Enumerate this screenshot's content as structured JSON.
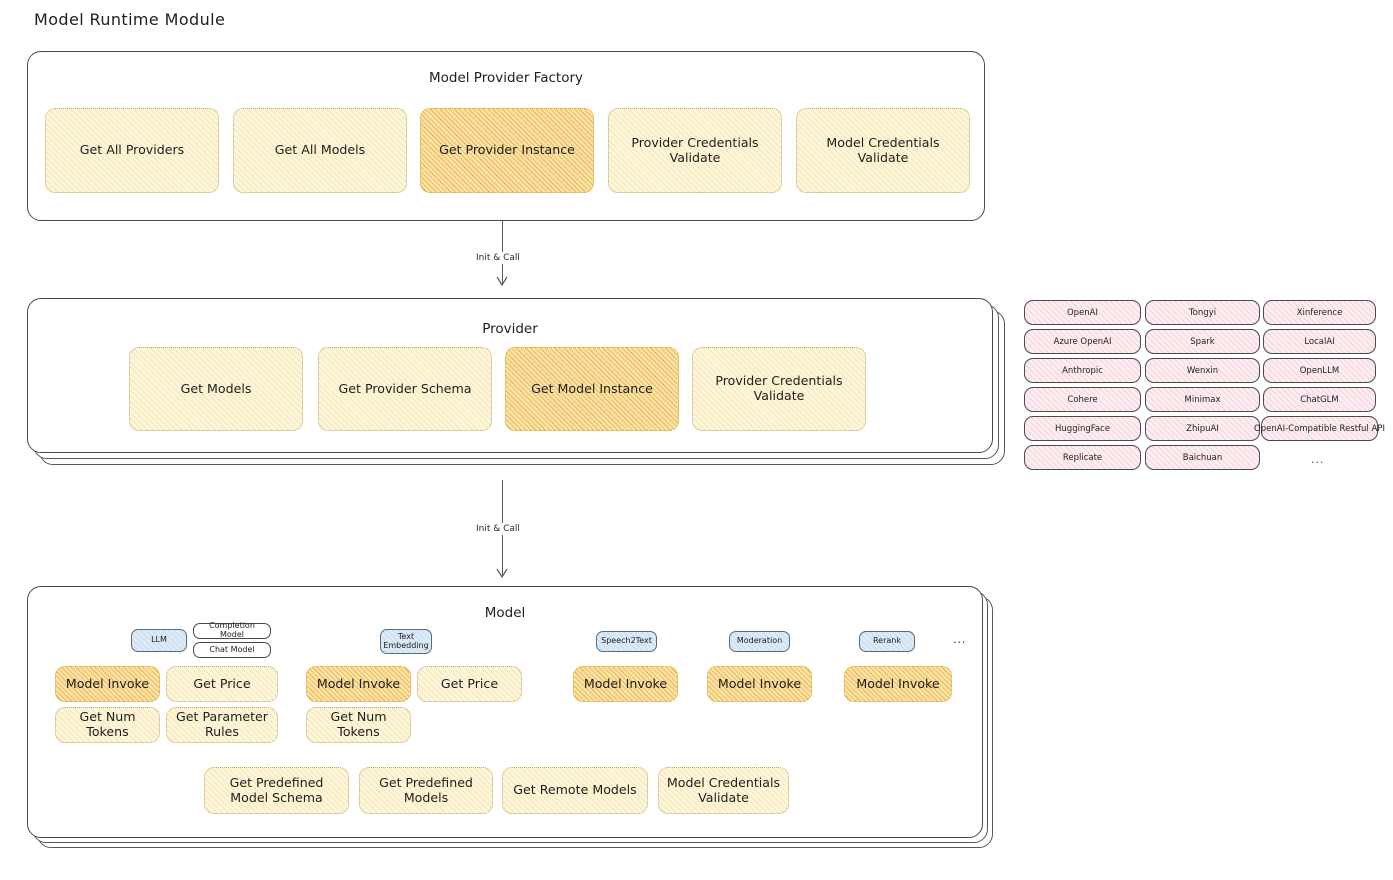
{
  "page": {
    "title": "Model Runtime Module",
    "background": "#ffffff",
    "accent_highlight": "#f2c94c",
    "accent_chip": "#fdf6de",
    "accent_tag": "#fdeff1",
    "accent_badge": "#dcebf7"
  },
  "factory": {
    "title": "Model Provider Factory",
    "methods": [
      {
        "label": "Get All Providers",
        "highlighted": false
      },
      {
        "label": "Get All Models",
        "highlighted": false
      },
      {
        "label": "Get Provider Instance",
        "highlighted": true
      },
      {
        "label": "Provider Credentials Validate",
        "highlighted": false
      },
      {
        "label": "Model Credentials Validate",
        "highlighted": false
      }
    ]
  },
  "arrow_factory_to_provider": {
    "label": "Init & Call"
  },
  "provider": {
    "title": "Provider",
    "stacked_sheets": 2,
    "methods": [
      {
        "label": "Get Models",
        "highlighted": false
      },
      {
        "label": "Get Provider Schema",
        "highlighted": false
      },
      {
        "label": "Get Model Instance",
        "highlighted": true
      },
      {
        "label": "Provider Credentials Validate",
        "highlighted": false
      }
    ]
  },
  "provider_list": {
    "ellipsis": "...",
    "columns": [
      [
        "OpenAI",
        "Azure OpenAI",
        "Anthropic",
        "Cohere",
        "HuggingFace",
        "Replicate"
      ],
      [
        "Tongyi",
        "Spark",
        "Wenxin",
        "Minimax",
        "ZhipuAI",
        "Baichuan"
      ],
      [
        "Xinference",
        "LocalAI",
        "OpenLLM",
        "ChatGLM",
        "OpenAI-Compatible Restful API"
      ]
    ]
  },
  "arrow_provider_to_model": {
    "label": "Init & Call"
  },
  "model": {
    "title": "Model",
    "stacked_sheets": 2,
    "more_types": "...",
    "types": [
      {
        "badge": "LLM",
        "sub_badges": [
          "Completion Model",
          "Chat Model"
        ],
        "methods": [
          {
            "label": "Model Invoke",
            "highlighted": true
          },
          {
            "label": "Get Price",
            "highlighted": false
          },
          {
            "label": "Get Num Tokens",
            "highlighted": false
          },
          {
            "label": "Get Parameter Rules",
            "highlighted": false
          }
        ]
      },
      {
        "badge": "Text Embedding",
        "sub_badges": [],
        "methods": [
          {
            "label": "Model Invoke",
            "highlighted": true
          },
          {
            "label": "Get Price",
            "highlighted": false
          },
          {
            "label": "Get Num Tokens",
            "highlighted": false
          }
        ]
      },
      {
        "badge": "Speech2Text",
        "sub_badges": [],
        "methods": [
          {
            "label": "Model Invoke",
            "highlighted": true
          }
        ]
      },
      {
        "badge": "Moderation",
        "sub_badges": [],
        "methods": [
          {
            "label": "Model Invoke",
            "highlighted": true
          }
        ]
      },
      {
        "badge": "Rerank",
        "sub_badges": [],
        "methods": [
          {
            "label": "Model Invoke",
            "highlighted": true
          }
        ]
      }
    ],
    "common_methods": [
      "Get Predefined Model Schema",
      "Get Predefined Models",
      "Get Remote Models",
      "Model Credentials Validate"
    ]
  }
}
